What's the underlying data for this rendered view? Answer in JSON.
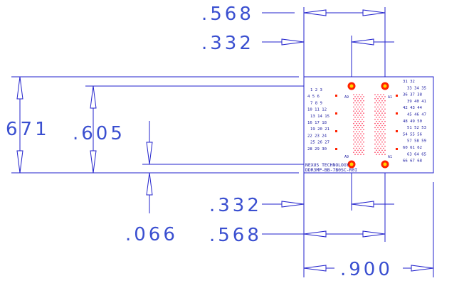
{
  "dimensions": {
    "top_568": ".568",
    "top_332": ".332",
    "left_671": "671",
    "left_605": ".605",
    "bottom_332": ".332",
    "bottom_066": ".066",
    "bottom_568": ".568",
    "bottom_900": ".900"
  },
  "board": {
    "company": "NEXUS TECHNOLOGY",
    "part_number": "DDR3MP-BB-7B0SC-R0I",
    "markers": {
      "a9_top": "A9",
      "a1_top": "A1",
      "a9_bottom": "A9",
      "a1_bottom": "A1"
    },
    "left_pins": [
      "1  2  3",
      "4  5  6",
      "7  8  9",
      "10 11 12",
      "13 14 15",
      "16 17 18",
      "19 20 21",
      "22 23 24",
      "25 26 27",
      "28 29 30"
    ],
    "right_pins": [
      "31        32",
      "33 34 35",
      "36 37 38",
      "39 40 41",
      "42 43 44",
      "45 46 47",
      "48 49 50",
      "51 52 53",
      "54 55 56",
      "57 58 59",
      "60 61 62",
      "63 64 65",
      "66 67 68"
    ]
  },
  "colors": {
    "line": "#2222cc",
    "text": "#3a4fd0",
    "pad": "#ff2200",
    "pad_center": "#ffd400"
  }
}
